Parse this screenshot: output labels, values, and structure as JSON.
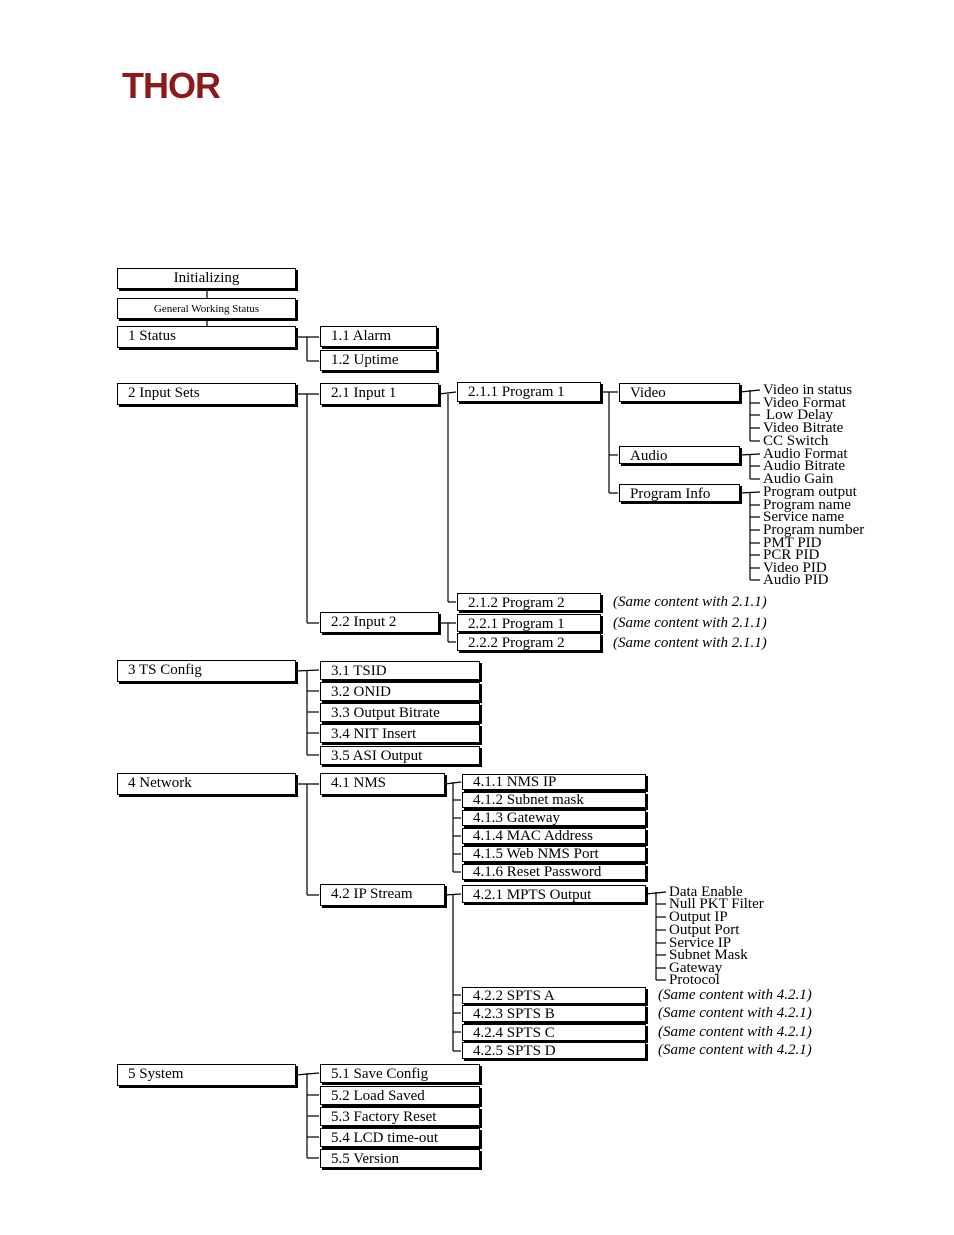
{
  "logo": {
    "text": "THOR"
  },
  "menu": {
    "initializing": "Initializing",
    "general_status": "General Working Status",
    "status": {
      "label": "1 Status",
      "children": [
        "1.1 Alarm",
        "1.2 Uptime"
      ]
    },
    "input_sets": {
      "label": "2 Input Sets",
      "input1": {
        "label": "2.1 Input 1",
        "program1": {
          "label": "2.1.1 Program 1",
          "video": {
            "label": "Video",
            "items": [
              "Video in status",
              "Video Format",
              "Low Delay",
              "Video Bitrate",
              "CC Switch"
            ]
          },
          "audio": {
            "label": "Audio",
            "items": [
              "Audio Format",
              "Audio Bitrate",
              "Audio Gain"
            ]
          },
          "program_info": {
            "label": "Program Info",
            "items": [
              "Program output",
              "Program name",
              "Service name",
              "Program number",
              "PMT PID",
              "PCR PID",
              "Video PID",
              "Audio PID"
            ]
          }
        },
        "program2": {
          "label": "2.1.2 Program 2",
          "note": "(Same content with 2.1.1)"
        }
      },
      "input2": {
        "label": "2.2 Input 2",
        "program1": {
          "label": "2.2.1 Program 1",
          "note": "(Same content with 2.1.1)"
        },
        "program2": {
          "label": "2.2.2 Program 2",
          "note": "(Same content with 2.1.1)"
        }
      }
    },
    "ts_config": {
      "label": "3 TS Config",
      "children": [
        "3.1 TSID",
        "3.2 ONID",
        "3.3 Output Bitrate",
        "3.4 NIT Insert",
        "3.5 ASI Output"
      ]
    },
    "network": {
      "label": "4 Network",
      "nms": {
        "label": "4.1 NMS",
        "children": [
          "4.1.1 NMS IP",
          "4.1.2 Subnet mask",
          "4.1.3 Gateway",
          "4.1.4 MAC Address",
          "4.1.5 Web NMS Port",
          "4.1.6 Reset Password"
        ]
      },
      "ip_stream": {
        "label": "4.2 IP Stream",
        "mpts": {
          "label": "4.2.1 MPTS Output",
          "items": [
            "Data Enable",
            "Null PKT Filter",
            "Output IP",
            "Output Port",
            "Service IP",
            "Subnet Mask",
            "Gateway",
            "Protocol"
          ]
        },
        "spts": [
          {
            "label": "4.2.2 SPTS A",
            "note": "(Same content with 4.2.1)"
          },
          {
            "label": "4.2.3 SPTS B",
            "note": "(Same content with 4.2.1)"
          },
          {
            "label": "4.2.4 SPTS C",
            "note": "(Same content with 4.2.1)"
          },
          {
            "label": "4.2.5 SPTS D",
            "note": "(Same content with 4.2.1)"
          }
        ]
      }
    },
    "system": {
      "label": "5 System",
      "children": [
        "5.1 Save Config",
        "5.2 Load Saved",
        "5.3 Factory Reset",
        "5.4 LCD time-out",
        "5.5 Version"
      ]
    }
  }
}
